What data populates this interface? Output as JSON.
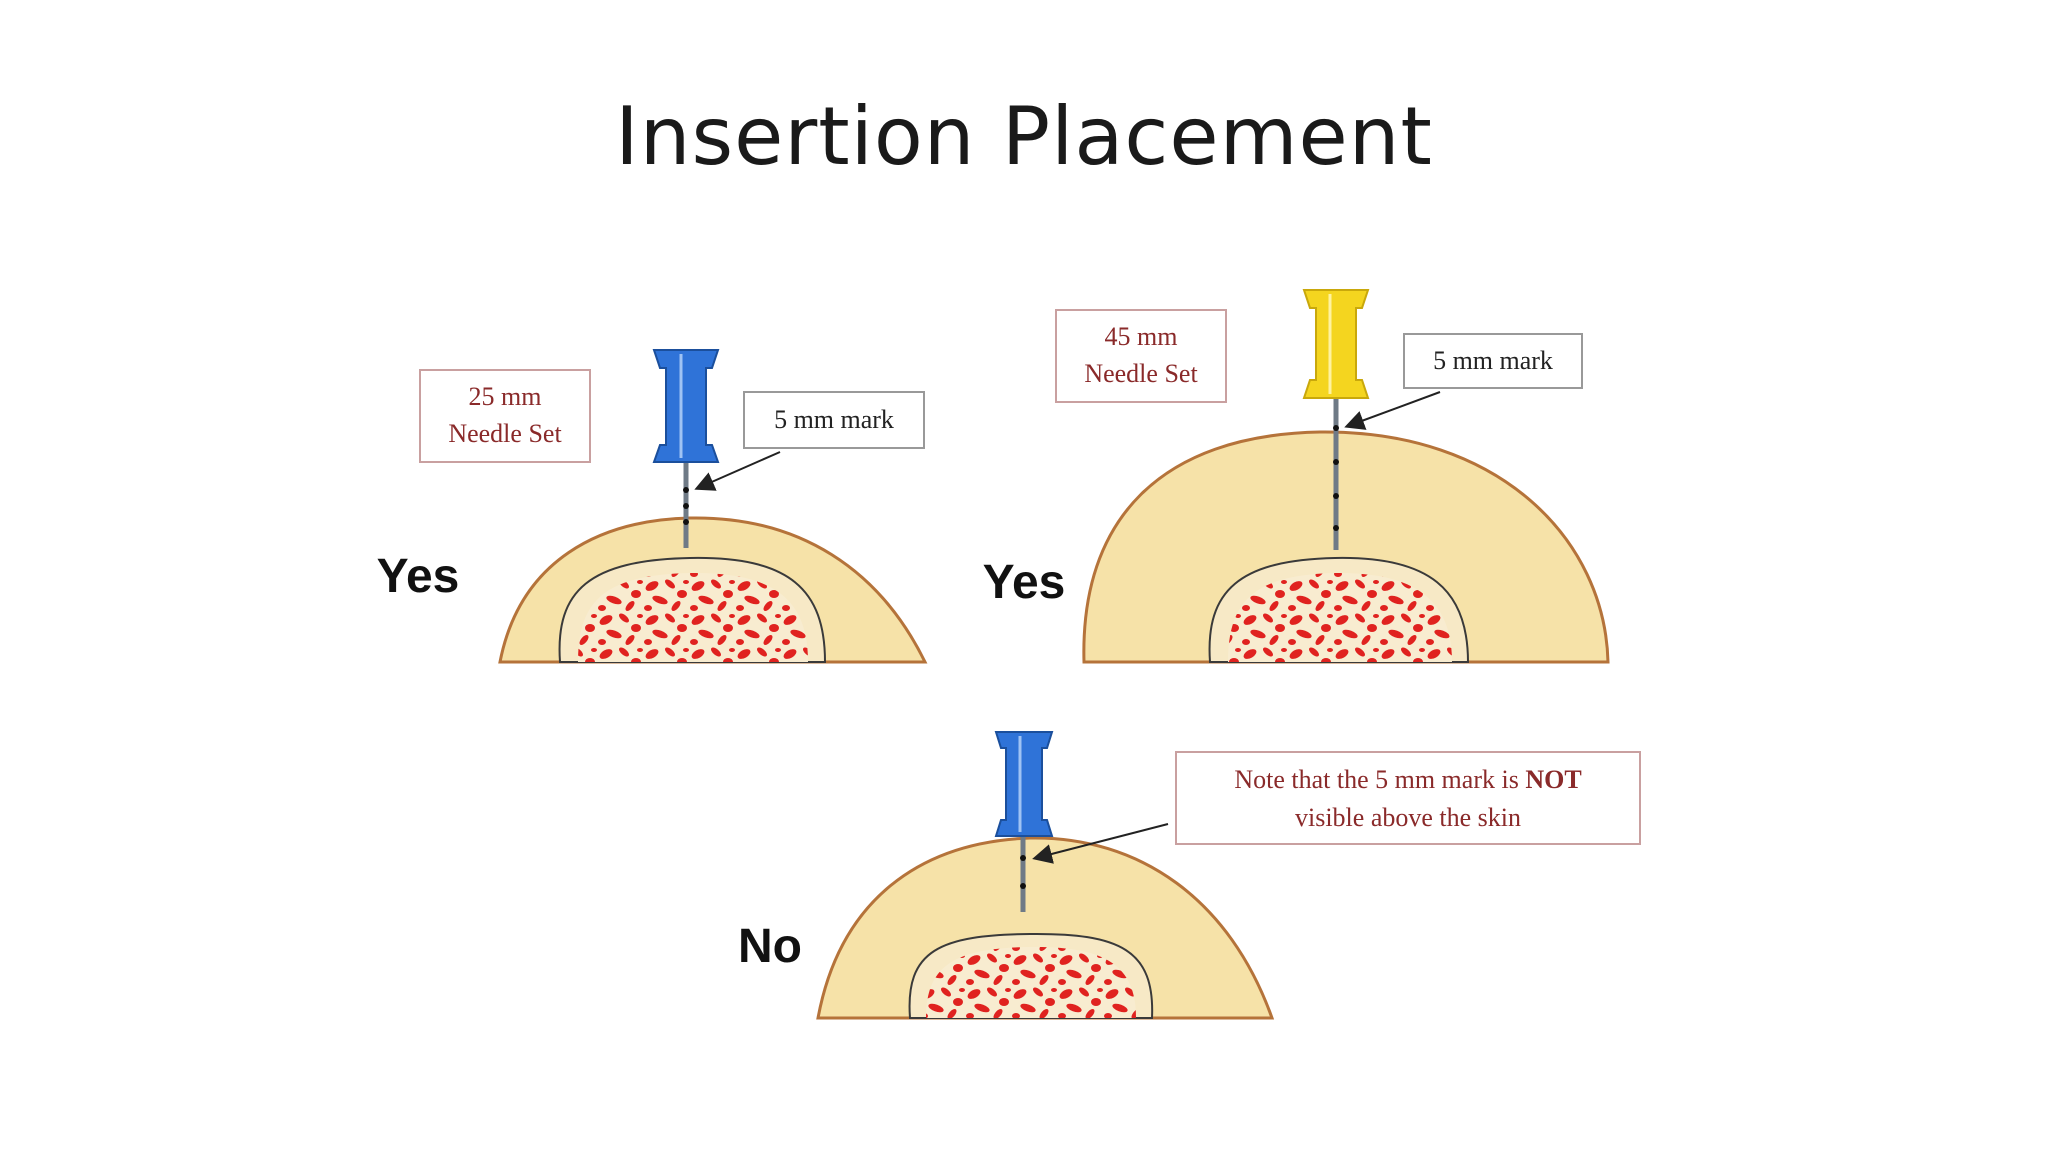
{
  "slide": {
    "title": "Insertion Placement"
  },
  "panels": [
    {
      "verdict": "Yes",
      "needle_set_line1": "25 mm",
      "needle_set_line2": "Needle Set",
      "mark_label": "5 mm mark",
      "hub_color": "blue"
    },
    {
      "verdict": "Yes",
      "needle_set_line1": "45 mm",
      "needle_set_line2": "Needle Set",
      "mark_label": "5 mm mark",
      "hub_color": "yellow"
    },
    {
      "verdict": "No",
      "note_line1_prefix": "Note that the 5 mm mark is ",
      "note_line1_emphasis": "NOT",
      "note_line2": "visible above the skin",
      "hub_color": "blue"
    }
  ],
  "colors": {
    "skin": "#f6e2a8",
    "skin_outline": "#b5733a",
    "marrow_bg": "#f7e9c6",
    "marrow_spots": "#e0221f",
    "hub_blue": "#2f73d8",
    "hub_yellow": "#f4d51f",
    "label_text": "#8a2a2a",
    "label_border": "#c9a0a0"
  }
}
